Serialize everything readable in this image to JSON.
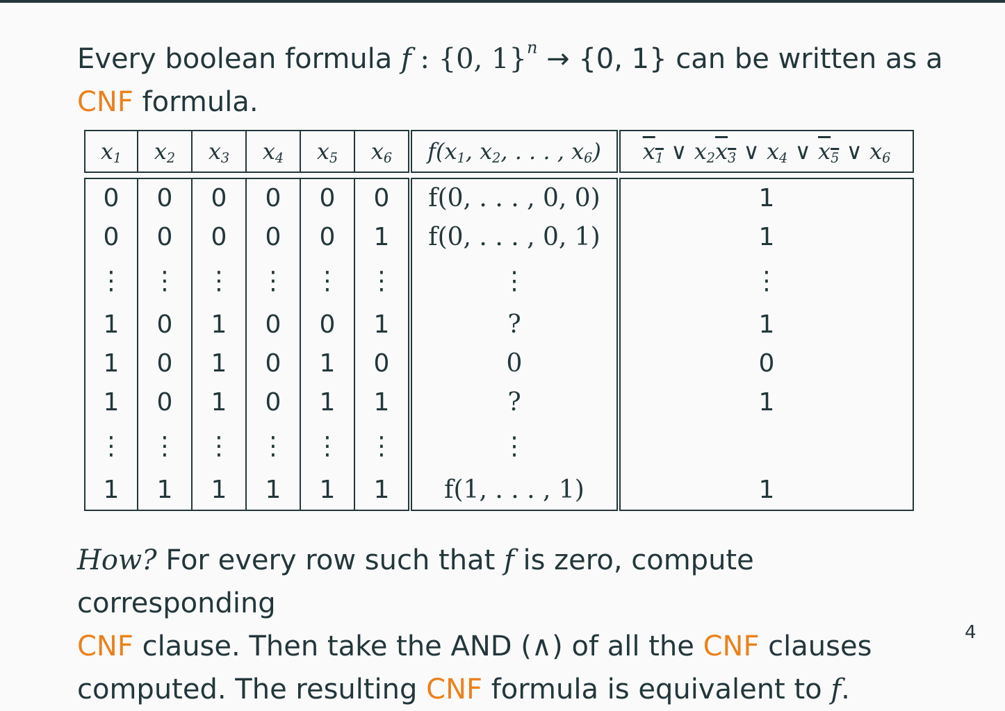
{
  "intro": {
    "t1": "Every boolean formula ",
    "f": "f",
    "t2": " : {0, 1}",
    "n": "n",
    "t3": " → {0, 1} can be written as a",
    "cnf": "CNF",
    "t4": " formula."
  },
  "table": {
    "header": {
      "vars": [
        "x",
        "x",
        "x",
        "x",
        "x",
        "x"
      ],
      "subs": [
        "1",
        "2",
        "3",
        "4",
        "5",
        "6"
      ],
      "f_label": "f(x1, x2, . . . , x6)",
      "f_parts": {
        "a": "f(x",
        "s1": "1",
        "b": ", x",
        "s2": "2",
        "c": ", . . . , x",
        "s6": "6",
        "d": ")"
      },
      "clause": {
        "x": "x",
        "s1": "1",
        "or1": " ∨ x",
        "s2": "2",
        "s3": "3",
        "or2": " ∨ x",
        "s4": "4",
        "or3": " ∨ ",
        "s5": "5",
        "or4": " ∨ x",
        "s6": "6"
      }
    },
    "rows": [
      {
        "x": [
          "0",
          "0",
          "0",
          "0",
          "0",
          "0"
        ],
        "f": "f(0, . . . , 0, 0)",
        "c": "1"
      },
      {
        "x": [
          "0",
          "0",
          "0",
          "0",
          "0",
          "1"
        ],
        "f": "f(0, . . . , 0, 1)",
        "c": "1"
      },
      {
        "x": [
          "⋮",
          "⋮",
          "⋮",
          "⋮",
          "⋮",
          "⋮"
        ],
        "f": "⋮",
        "c": "⋮"
      },
      {
        "x": [
          "1",
          "0",
          "1",
          "0",
          "0",
          "1"
        ],
        "f": "?",
        "c": "1"
      },
      {
        "x": [
          "1",
          "0",
          "1",
          "0",
          "1",
          "0"
        ],
        "f": "0",
        "c": "0"
      },
      {
        "x": [
          "1",
          "0",
          "1",
          "0",
          "1",
          "1"
        ],
        "f": "?",
        "c": "1"
      },
      {
        "x": [
          "⋮",
          "⋮",
          "⋮",
          "⋮",
          "⋮",
          "⋮"
        ],
        "f": "⋮",
        "c": ""
      },
      {
        "x": [
          "1",
          "1",
          "1",
          "1",
          "1",
          "1"
        ],
        "f": "f(1, . . . , 1)",
        "c": "1"
      }
    ]
  },
  "outro": {
    "how": "How?",
    "t1": " For every row such that ",
    "f1": "f",
    "t2": " is zero, compute corresponding",
    "cnf1": "CNF",
    "t3": " clause. Then take the AND (∧) of all the ",
    "cnf2": "CNF",
    "t4": " clauses computed. The resulting ",
    "cnf3": "CNF",
    "t5": " formula is equivalent to ",
    "f2": "f",
    "t6": "."
  },
  "page_number": "4"
}
